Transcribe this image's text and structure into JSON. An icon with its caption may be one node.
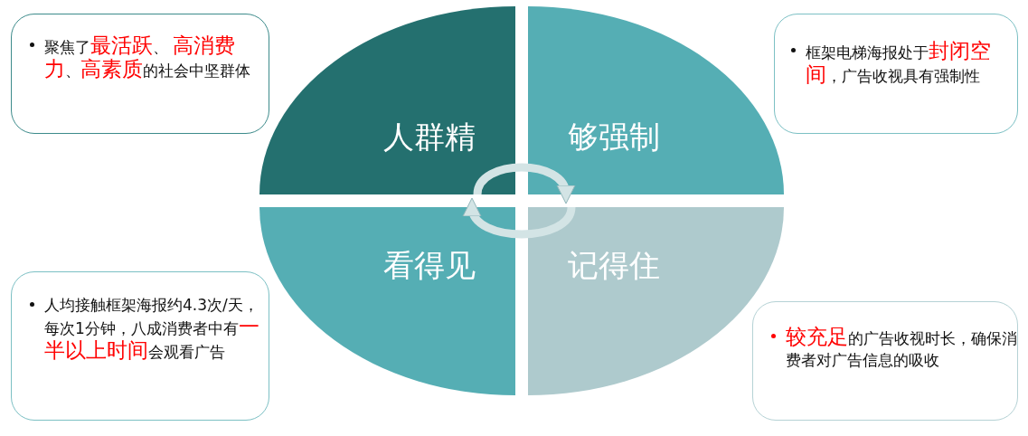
{
  "diagram": {
    "nodes": [
      {
        "text": [
          "聚焦了**最活跃**、 **高消费力**、**高素质**的社会中坚群体"
        ]
      },
      {
        "text": [
          "框架电梯海报处于**封闭空间**，广告收视具有强制性"
        ]
      },
      {
        "text": [
          "人群精"
        ]
      },
      {
        "text": [
          "够强制"
        ]
      },
      {
        "text": [
          "看得见"
        ]
      },
      {
        "text": [
          "记得住"
        ]
      },
      {
        "text": [
          "人均接触框架海报约4.3次/天，每次1分钟，八成消费者中有**一半以上时间**会观看广告"
        ]
      },
      {
        "text": [
          "**较充足**的广告收视时长，确保消费者对广告信息的吸收"
        ]
      }
    ],
    "edges": [
      {
        "from": 2,
        "to": 3,
        "arrow": "to"
      },
      {
        "from": 5,
        "to": 4,
        "arrow": "to"
      }
    ]
  }
}
